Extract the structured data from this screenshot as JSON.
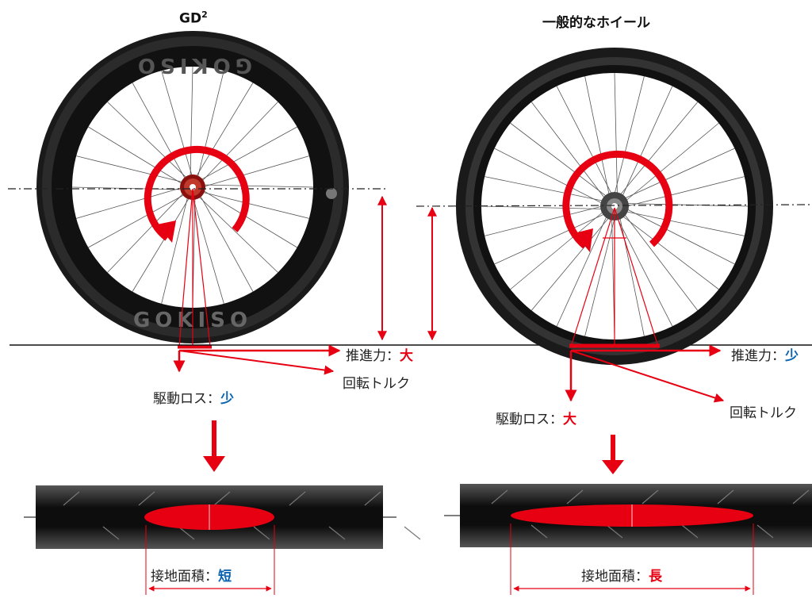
{
  "left": {
    "title_main": "GD",
    "title_sup": "2",
    "rim_brand": "GOKISO",
    "propulsion_label": "推進力：",
    "propulsion_value": "大",
    "torque_label": "回転トルク",
    "loss_label": "駆動ロス：",
    "loss_value": "少",
    "contact_label": "接地面積：",
    "contact_value": "短"
  },
  "right": {
    "title": "一般的なホイール",
    "propulsion_label": "推進力：",
    "propulsion_value": "少",
    "torque_label": "回転トルク",
    "loss_label": "駆動ロス：",
    "loss_value": "大",
    "contact_label": "接地面積：",
    "contact_value": "長"
  },
  "colors": {
    "accent_red": "#e60012",
    "accent_blue": "#0b64b0",
    "tire": "#1a1a1a"
  }
}
